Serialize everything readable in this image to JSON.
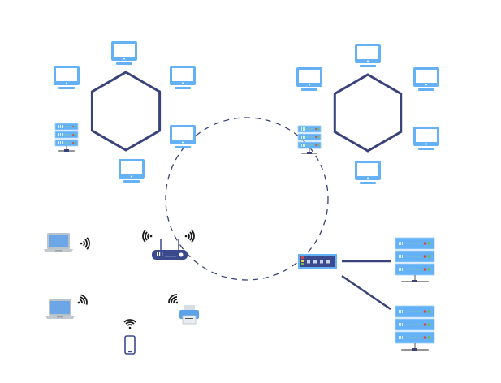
{
  "diagram": {
    "type": "network-topology",
    "colors": {
      "device_blue": "#64b2f5",
      "device_light": "#ffffff",
      "link_navy": "#3a4379",
      "router_navy": "#3a4a8c",
      "laptop_screen": "#6ca6e6",
      "laptop_base": "#c4c9cf",
      "wifi_black": "#1a1a1a",
      "led_red": "#d64550",
      "led_yellow": "#f2d43a",
      "led_green": "#6cc04a"
    },
    "groups": [
      {
        "name": "left-ring",
        "topology": "hexagon",
        "nodes": [
          "monitor",
          "monitor",
          "monitor",
          "monitor",
          "monitor",
          "server"
        ]
      },
      {
        "name": "right-ring",
        "topology": "hexagon",
        "nodes": [
          "monitor",
          "monitor",
          "monitor",
          "monitor",
          "monitor",
          "server"
        ]
      },
      {
        "name": "wireless",
        "nodes": [
          "laptop",
          "laptop",
          "router",
          "printer",
          "smartphone"
        ]
      },
      {
        "name": "wired",
        "nodes": [
          "switch",
          "server-rack",
          "server-rack"
        ]
      }
    ],
    "backbone": {
      "style": "dashed-circle"
    }
  }
}
